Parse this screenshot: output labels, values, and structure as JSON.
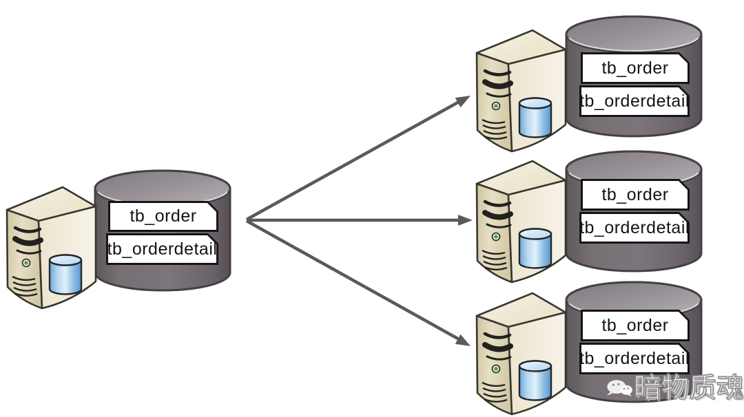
{
  "source": {
    "tables": [
      "tb_order",
      "tb_orderdetail"
    ]
  },
  "targets": [
    {
      "tables": [
        "tb_order",
        "tb_orderdetail"
      ]
    },
    {
      "tables": [
        "tb_order",
        "tb_orderdetail"
      ]
    },
    {
      "tables": [
        "tb_order",
        "tb_orderdetail"
      ]
    }
  ],
  "watermark": {
    "label": "暗物质魂"
  },
  "colors": {
    "cylinder_body": "#6e666c",
    "cylinder_top": "#969096",
    "cylinder_outline": "#454044",
    "server_front": "#ddd3b0",
    "server_side": "#f1ecdb",
    "server_outline": "#37362f",
    "db_icon_blue": "#7fb2dd",
    "arrow": "#5d5955",
    "label_bg": "#ffffff",
    "label_border": "#151515"
  }
}
